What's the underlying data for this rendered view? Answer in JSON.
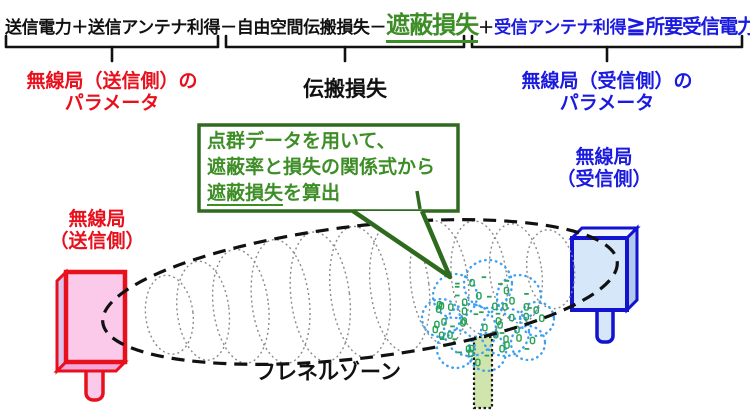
{
  "equation": {
    "tx_part": "送信電力＋送信アンテナ利得－自由空間伝搬損失－",
    "shield_loss": "遮蔽損失",
    "plus": "＋",
    "rx_gain": "受信アンテナ利得",
    "gte": "≧",
    "required_power": "所要受信電力"
  },
  "groups": {
    "tx": {
      "line1": "無線局（送信側）の",
      "line2": "パラメータ"
    },
    "propagation": {
      "label": "伝搬損失"
    },
    "rx": {
      "line1": "無線局（受信側）の",
      "line2": "パラメータ"
    }
  },
  "callout": {
    "line1": "点群データを用いて、",
    "line2": "遮蔽率と損失の関係式から",
    "line3_underlined": "遮蔽損失",
    "line3_rest": "を算出"
  },
  "tx_station": {
    "line1": "無線局",
    "line2": "（送信側）"
  },
  "rx_station": {
    "line1": "無線局",
    "line2": "（受信側）"
  },
  "fresnel_zone_label": "フレネルゾーン",
  "colors": {
    "red": "#e8101c",
    "pink_fill": "#fbc9e9",
    "pink_side": "#d9c4ee",
    "pink_bottom": "#f2a8dc",
    "blue_border": "#1212d0",
    "blue_text": "#1a1ae0",
    "blue_fill": "#d6e7fa",
    "blue_top": "#eef5fd",
    "blue_side": "#b4c9ea",
    "green_text": "#3e8e27",
    "green_border": "#2f6b1f",
    "tree_canopy_blue": "#3fa0f0",
    "tree_marks_green": "#27a257",
    "trunk_fill": "#d0e5ae",
    "ellipse_black": "#111111",
    "section_gray": "#8a8a8a"
  }
}
